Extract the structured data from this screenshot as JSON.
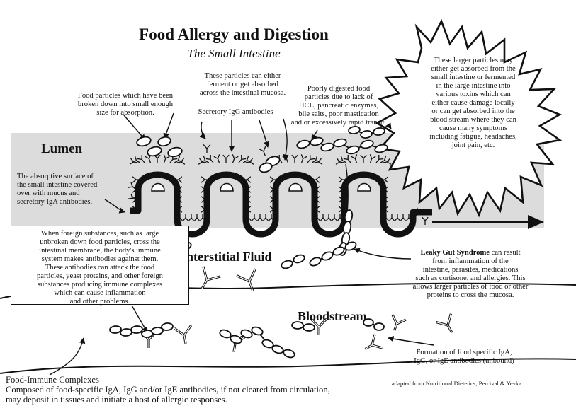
{
  "title": "Food Allergy and Digestion",
  "subtitle": "The Small Intestine",
  "labels": {
    "lumen": "Lumen",
    "interstitial": "Interstitial Fluid",
    "bloodstream": "Bloodstream"
  },
  "notes": {
    "food_particles": "Food particles which have been\nbroken down into small enough\nsize for absorption.",
    "ferment": "These particles can either\nferment or get absorbed\nacross the intestinal mucosa.",
    "secretory_igg": "Secretory IgG antibodies",
    "poorly_digested": "Poorly digested food\nparticles due to lack of\nHCL, pancreatic enzymes,\nbile salts, poor mastication\nand or excessively rapid transit.",
    "larger_particles": "These larger particles may\neither get absorbed from the\nsmall intestine or fermented\nin the large intestine into\nvarious toxins which can\neither cause damage locally\nor can get absorbed into the\nblood stream where they can\ncause many symptoms\nincluding fatigue, headaches,\njoint pain, etc.",
    "absorptive_surface": "The absorptive surface of\nthe small intestine covered\nover with mucus and\nsecretory IgA antibodies.",
    "foreign_substances": "When foreign substances, such as large\nunbroken down food particles, cross the\nintestinal membrane, the body's immune\nsystem makes antibodies against them.\nThese antibodies can attack the food\nparticles, yeast proteins, and other foreign\nsubstances producing immune complexes\nwhich can cause inflammation\nand other problems.",
    "leaky_gut_title": "Leaky Gut Syndrome",
    "leaky_gut_body": "  can result\nfrom inflammation of the\nintestine, parasites, medications\nsuch as cortisone, and allergies. This\nallows larger particles of food or other\nproteins to cross the mucosa.",
    "formation": "Formation of food specific IgA,\nIgG, or IgE antibodies (unbound)",
    "complexes_title": "Food-Immune Complexes",
    "complexes_body": "Composed of food-specific IgA, IgG and/or IgE antibodies, if not cleared from circulation,\nmay deposit in tissues and initiate a host of allergic responses.",
    "credit": "adapted from Nutritional Dietetics; Percival & Yevka"
  }
}
